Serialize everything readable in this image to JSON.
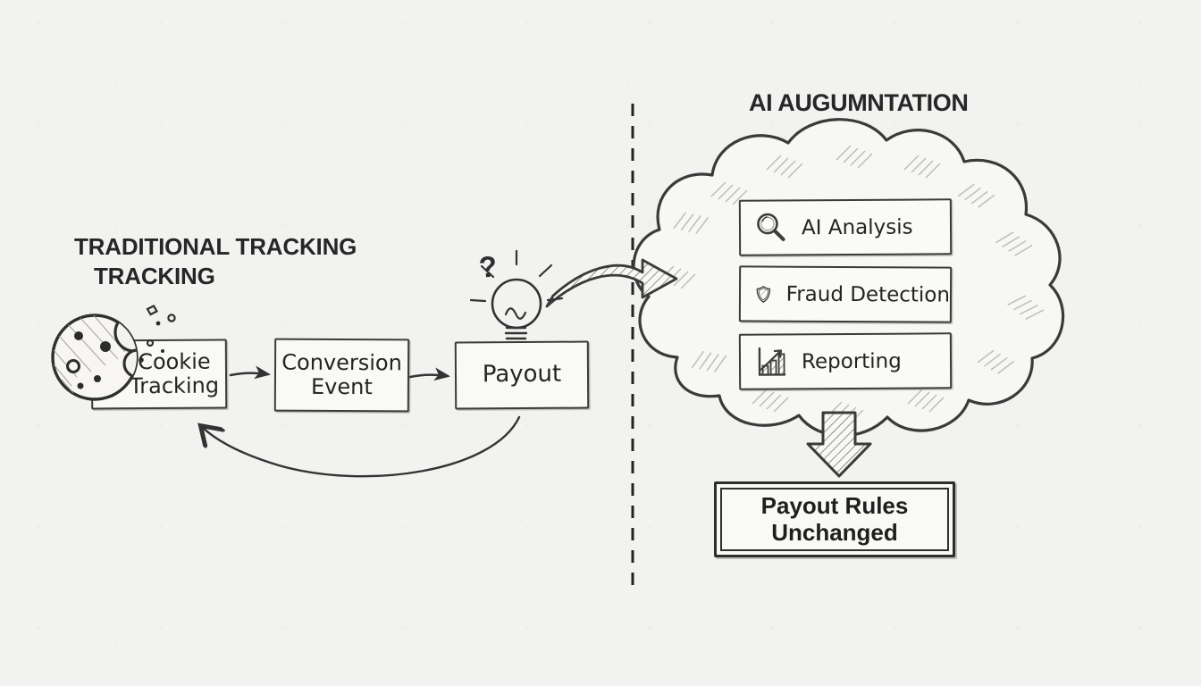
{
  "titles": {
    "left_line1": "TRADITIONAL TRACKING",
    "left_line2": "TRACKING",
    "right": "AI AUGUMNTATION"
  },
  "flow": {
    "cookie_box": {
      "line1": "Cookie",
      "line2": "Tracking"
    },
    "conversion_box": {
      "line1": "Conversion",
      "line2": "Event"
    },
    "payout_box": {
      "label": "Payout"
    },
    "question_mark": "?"
  },
  "cloud": {
    "items": [
      {
        "label": "AI Analysis",
        "icon": "magnifier-icon"
      },
      {
        "label": "Fraud Detection",
        "icon": "shield-icon"
      },
      {
        "label": "Reporting",
        "icon": "bar-chart-icon"
      }
    ]
  },
  "result_box": {
    "line1": "Payout Rules",
    "line2": "Unchanged"
  },
  "icons": {
    "cookie": "cookie-icon",
    "lightbulb": "lightbulb-icon"
  },
  "colors": {
    "paper": "#f2f2f0",
    "ink": "#333333",
    "box_fill": "#f9f9f6"
  }
}
